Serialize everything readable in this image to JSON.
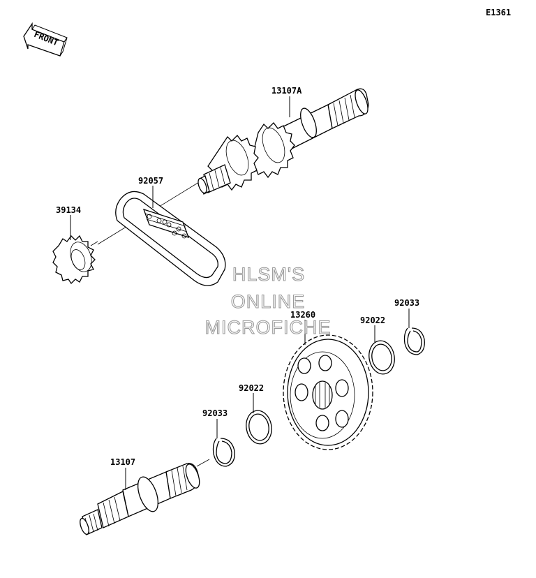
{
  "diagram": {
    "code": "E1361",
    "front_label": "FRONT",
    "watermark": [
      "HLSM'S",
      "ONLINE",
      "MICROFICHE"
    ],
    "parts": [
      {
        "number": "13107A",
        "name_hint": "output-shaft"
      },
      {
        "number": "92057",
        "name_hint": "chain"
      },
      {
        "number": "39134",
        "name_hint": "sprocket"
      },
      {
        "number": "13260",
        "name_hint": "large-gear"
      },
      {
        "number": "92022",
        "name_hint": "shim-upper"
      },
      {
        "number": "92033",
        "name_hint": "circlip-upper"
      },
      {
        "number": "92022",
        "name_hint": "shim-lower"
      },
      {
        "number": "92033",
        "name_hint": "circlip-lower"
      },
      {
        "number": "13107",
        "name_hint": "input-shaft"
      }
    ],
    "colors": {
      "line": "#000000",
      "watermark": "#9a9a9a",
      "background": "#ffffff"
    }
  }
}
